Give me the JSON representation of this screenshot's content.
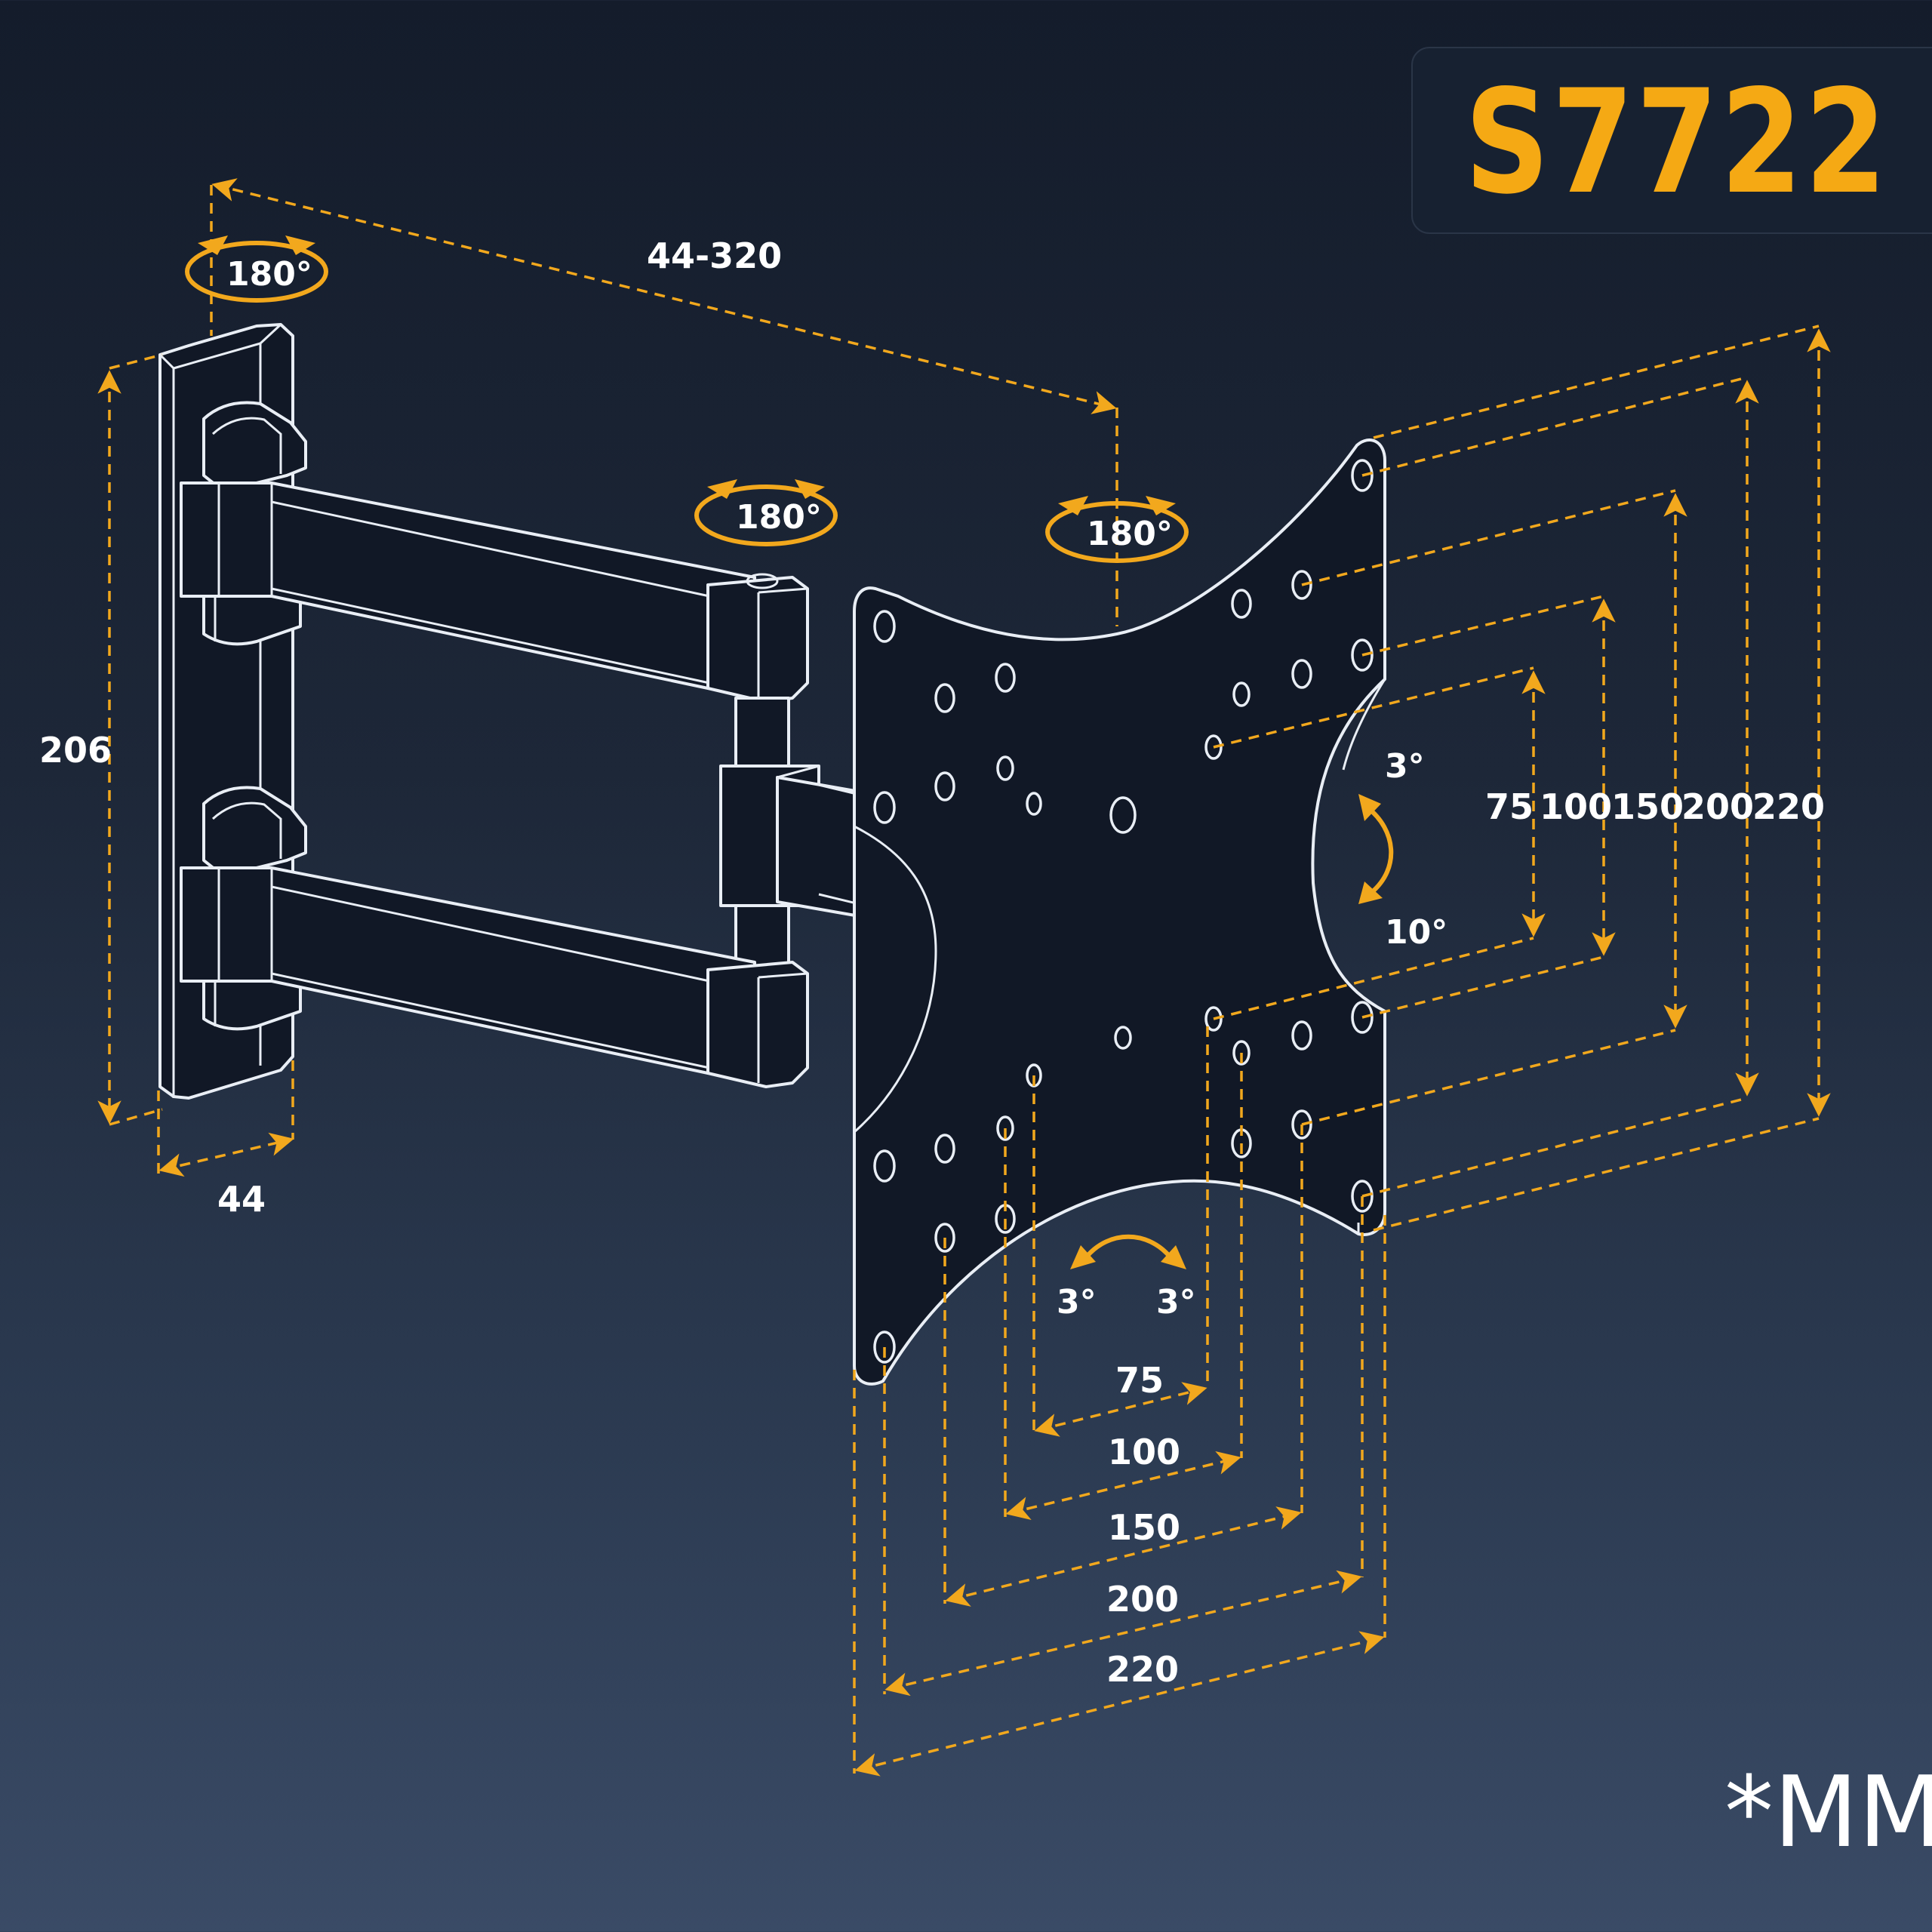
{
  "model": {
    "code": "S7722"
  },
  "unit_note": "*MM",
  "rotation": {
    "wall_pivot": "180°",
    "elbow_pivot": "180°",
    "plate_pivot": "180°"
  },
  "tilt": {
    "up": "3°",
    "down": "10°"
  },
  "swivel": {
    "left": "3°",
    "right": "3°"
  },
  "dimensions": {
    "wall_plate_height": "206",
    "wall_plate_depth": "44",
    "arm_extension": "44-320"
  },
  "vesa_vertical": [
    "75",
    "100",
    "150",
    "200",
    "220"
  ],
  "vesa_horizontal": [
    "75",
    "100",
    "150",
    "200",
    "220"
  ],
  "colors": {
    "accent": "#f2a81d",
    "line": "#e9eef5",
    "background": "#1d2738"
  }
}
